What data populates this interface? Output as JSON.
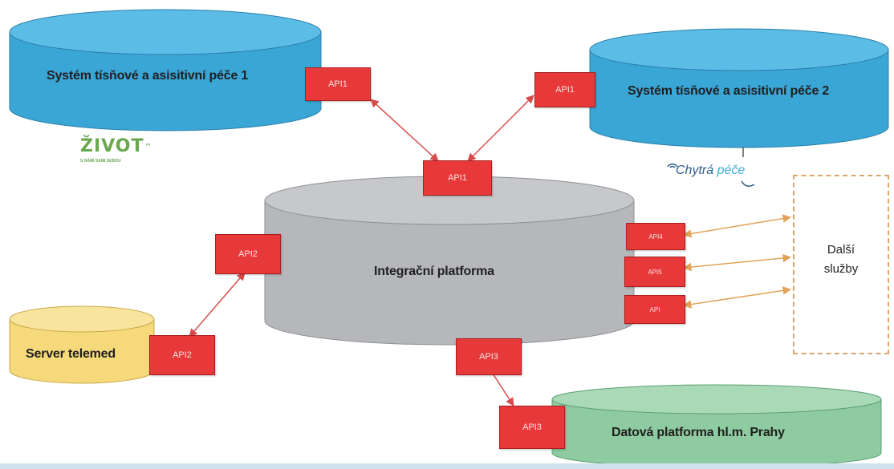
{
  "nodes": {
    "system1": {
      "label": "Systém tísňové a asisitivní péče 1",
      "color": "#3aa6d6"
    },
    "system2": {
      "label": "Systém tísňové a asisitivní péče 2",
      "color": "#3aa6d6"
    },
    "integration": {
      "label": "Integrační platforma",
      "color": "#b5b7bb"
    },
    "telemed": {
      "label": "Server telemed",
      "color": "#f5d97a"
    },
    "data_platform": {
      "label": "Datová platforma hl.m. Prahy",
      "color": "#8ecba0"
    },
    "other_services": {
      "line1": "Další",
      "line2": "služby"
    }
  },
  "api_labels": {
    "s1": "API1",
    "s2": "API1",
    "int_top": "API1",
    "int_left": "API2",
    "telemed": "API2",
    "int_bottom": "API3",
    "data": "API3",
    "r1": "API4",
    "r2": "API5",
    "r3": "API"
  },
  "logos": {
    "zivot": {
      "main": "ŽIVOT",
      "tm": "™",
      "sub": "S NÁMI SAMI SEBOU"
    },
    "chytra": {
      "word1": "Chytrá",
      "word2": "péče"
    }
  },
  "colors": {
    "api_box": "#e8393a",
    "arrow_red": "#d94a4a",
    "arrow_orange": "#e2a258",
    "dashed_border": "#d9a66b"
  }
}
